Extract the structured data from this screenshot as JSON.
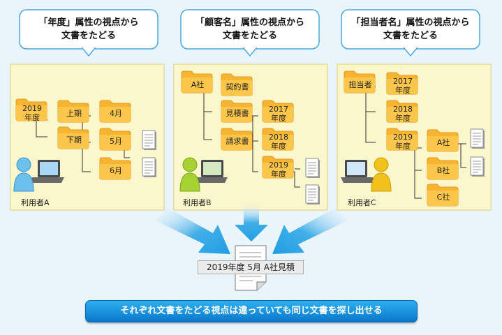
{
  "callouts": {
    "year": {
      "line1": "「年度」属性の視点から",
      "line2": "文書をたどる"
    },
    "customer": {
      "line1": "「顧客名」属性の視点から",
      "line2": "文書をたどる"
    },
    "staff": {
      "line1": "「担当者名」属性の視点から",
      "line2": "文書をたどる"
    }
  },
  "panel_a": {
    "year": "2019\n年度",
    "first_half": "上期",
    "second_half": "下期",
    "april": "4月",
    "may": "5月",
    "june": "6月",
    "user": "利用者A"
  },
  "panel_b": {
    "company": "A社",
    "contract": "契約書",
    "estimate": "見積書",
    "invoice": "請求書",
    "y2017": "2017\n年度",
    "y2018": "2018\n年度",
    "y2019": "2019\n年度",
    "user": "利用者B"
  },
  "panel_c": {
    "staff": "担当者",
    "y2017": "2017\n年度",
    "y2018": "2018\n年度",
    "y2019": "2019\n年度",
    "company_a": "A社",
    "company_b": "B社",
    "company_c": "C社",
    "user": "利用者C"
  },
  "document_label": "2019年度 5月 A社見積",
  "banner": "それぞれ文書をたどる視点は違っていても同じ文書を探し出せる",
  "colors": {
    "panel_fill": "#fbf7cc",
    "folder": "#f7b431",
    "user_a": "#6cc0ec",
    "user_b": "#a7d234",
    "user_c": "#f1c21c",
    "arrow": "#1f9ee4",
    "banner": "#0f86d8"
  }
}
